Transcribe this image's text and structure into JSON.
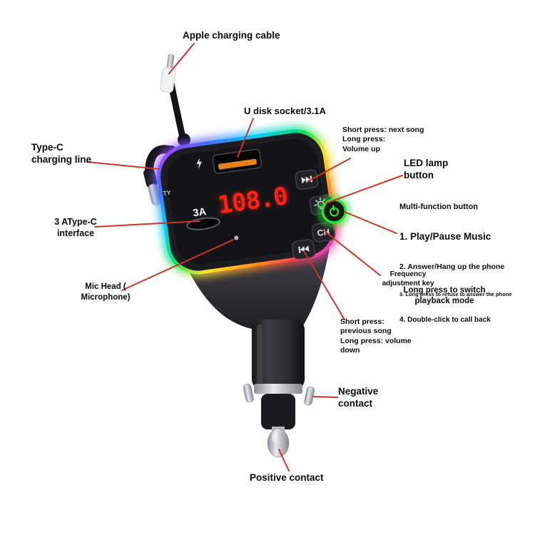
{
  "device": {
    "display_value": "108.0",
    "typec_port_label": "3A",
    "ch_button_label": "CH",
    "side_text": "TY"
  },
  "callouts": {
    "apple_cable": "Apple charging cable",
    "u_disk_socket": "U disk socket/3.1A",
    "typec_charging_line": "Type-C\ncharging line",
    "typec_interface": "3 AType-C\ninterface",
    "mic_head": "Mic Head (\nMicrophone)",
    "next_song": "Short press: next song\nLong press:\nVolume up",
    "led_lamp_button": "LED lamp\nbutton",
    "multi_function_title": "Multi-function button",
    "multi_function_1": "1. Play/Pause Music",
    "multi_function_2": "2. Answer/Hang up the phone",
    "multi_function_3": "3. Long press to refuse to answer the phone",
    "multi_function_4": "4. Double-click to call back",
    "frequency_key": "Frequency\nadjustment key",
    "playback_mode": "Long press to switch\nplayback mode",
    "prev_song": "Short press:\nprevious song\nLong press: volume\ndown",
    "negative_contact": "Negative\ncontact",
    "positive_contact": "Positive contact"
  },
  "colors": {
    "leader_line": "#cb3526",
    "display": "#ff2114",
    "usb_tab": "#e5801e",
    "green_button": "#2fe23a"
  }
}
